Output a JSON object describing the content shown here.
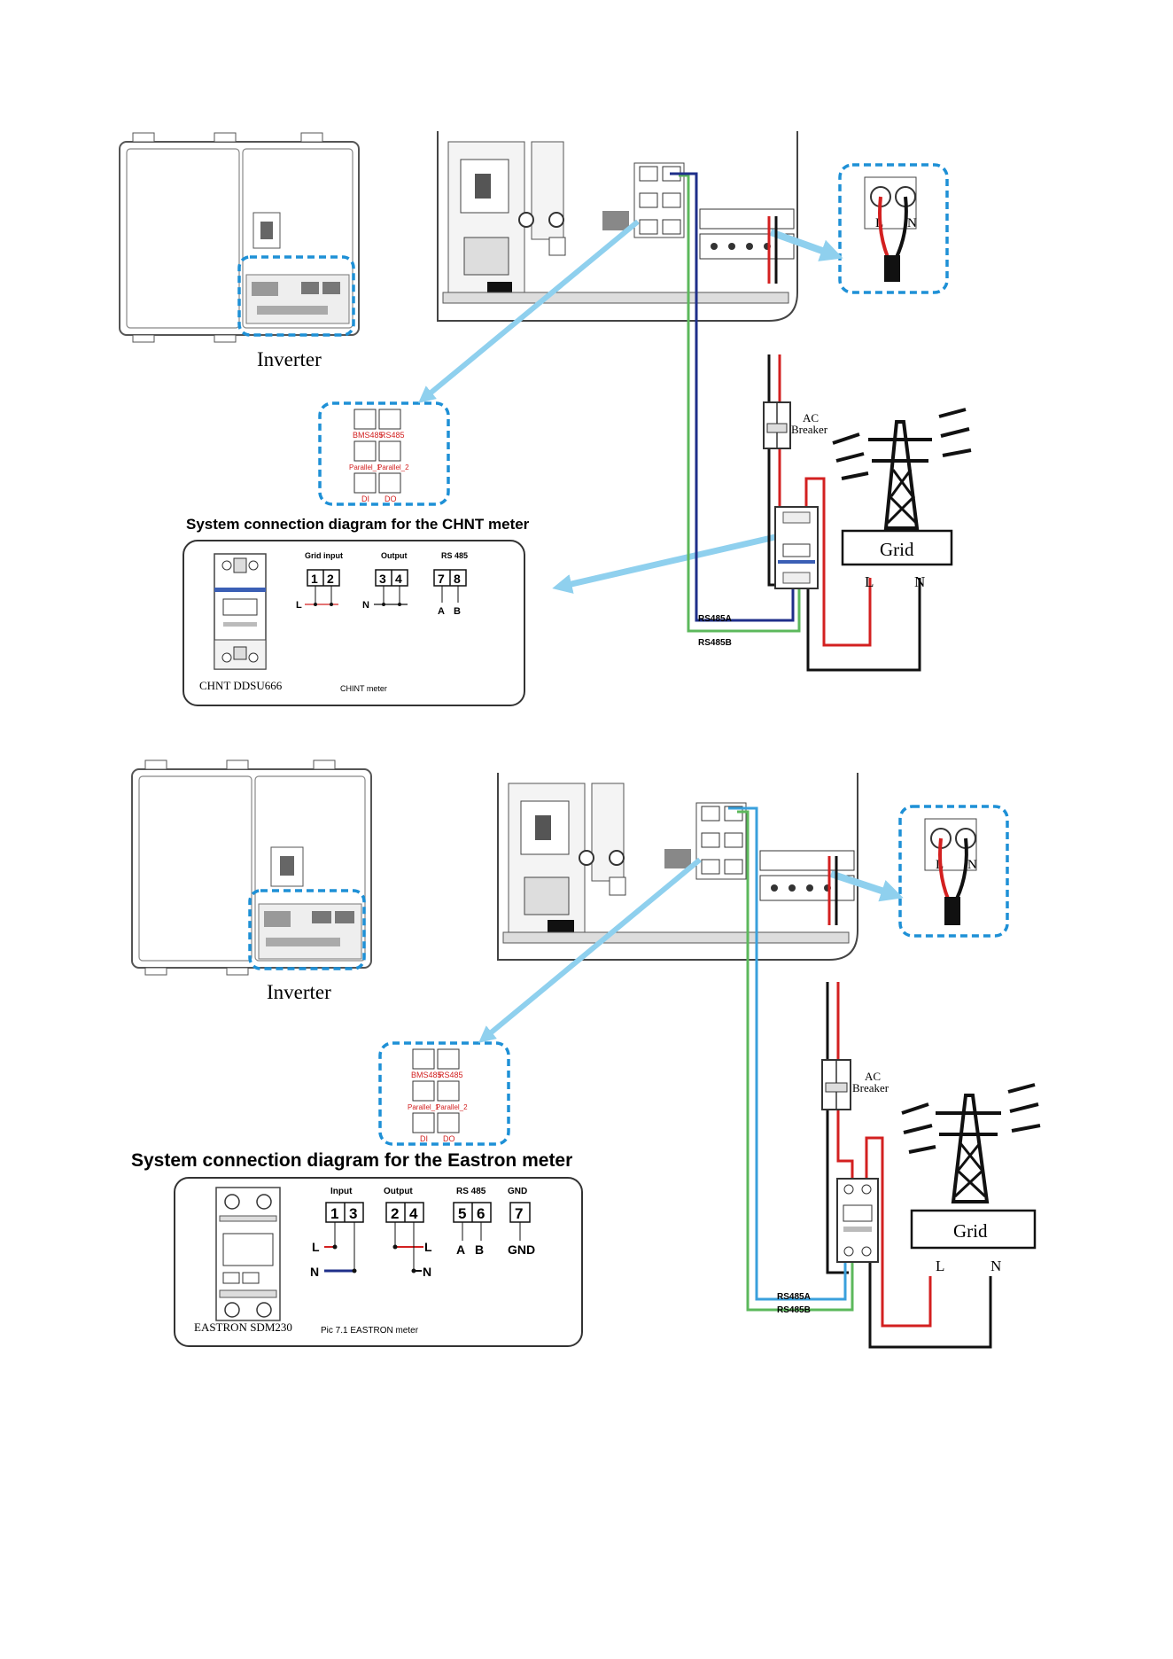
{
  "colors": {
    "callout_dash": "#1e90d6",
    "arrow": "#8fd0ee",
    "wire_red": "#d32020",
    "wire_black": "#111111",
    "wire_green": "#5cb85c",
    "wire_darkblue": "#1f2f8a",
    "wire_lightblue": "#3aa0dc",
    "port_label_red": "#d22020"
  },
  "port_labels": {
    "bms485": "BMS485",
    "rs485": "RS485",
    "parallel_1": "Parallel_1",
    "parallel_2": "Parallel_2",
    "di": "DI",
    "do": "DO"
  },
  "common": {
    "inverter_label": "Inverter",
    "ac_breaker_line1": "AC",
    "ac_breaker_line2": "Breaker",
    "grid_label": "Grid",
    "l_label": "L",
    "n_label": "N",
    "rs485a": "RS485A",
    "rs485b": "RS485B",
    "conn_a": "A",
    "conn_b": "B"
  },
  "chnt": {
    "title": "System connection diagram for the CHNT meter",
    "headers": {
      "grid_input": "Grid input",
      "output": "Output",
      "rs485": "RS 485"
    },
    "terminals": [
      "1",
      "2",
      "3",
      "4",
      "7",
      "8"
    ],
    "model_label": "CHNT DDSU666",
    "caption": "CHINT meter"
  },
  "eastron": {
    "title": "System connection diagram for the Eastron meter",
    "headers": {
      "input": "Input",
      "output": "Output",
      "rs485": "RS 485",
      "gnd": "GND"
    },
    "terminals": [
      "1",
      "3",
      "2",
      "4",
      "5",
      "6",
      "7"
    ],
    "gnd_label": "GND",
    "model_label": "EASTRON SDM230",
    "caption": "Pic 7.1 EASTRON meter"
  }
}
